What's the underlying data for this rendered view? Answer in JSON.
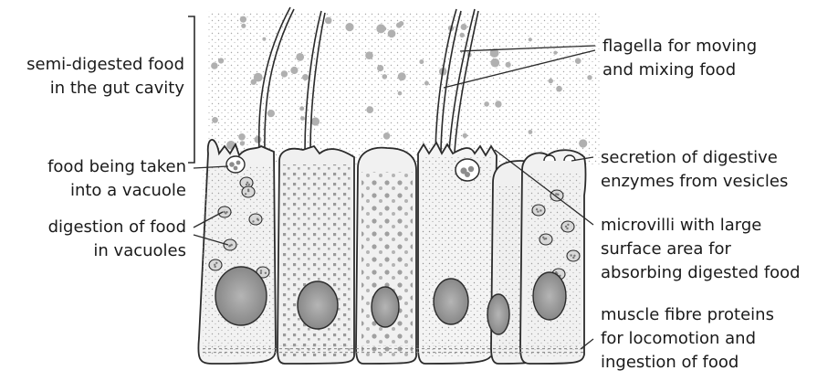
{
  "figure": {
    "labels": {
      "gut_cavity": [
        "semi-digested food",
        "in the gut cavity"
      ],
      "food_vacuole": [
        "food being taken",
        "into a vacuole"
      ],
      "digestion": [
        "digestion of food",
        "in vacuoles"
      ],
      "flagella": [
        "flagella for moving",
        "and mixing food"
      ],
      "secretion": [
        "secretion of digestive",
        "enzymes from vesicles"
      ],
      "microvilli": [
        "microvilli with large",
        "surface area for",
        "absorbing digested food"
      ],
      "muscle": [
        "muscle fibre proteins",
        "for locomotion and",
        "ingestion of food"
      ]
    },
    "colors": {
      "outline": "#2b2b2b",
      "cell_fill": "#f2f2f2",
      "nucleus": "#9a9a9a",
      "granule": "#8c8c8c",
      "vacuole": "#d8d8d8"
    }
  }
}
